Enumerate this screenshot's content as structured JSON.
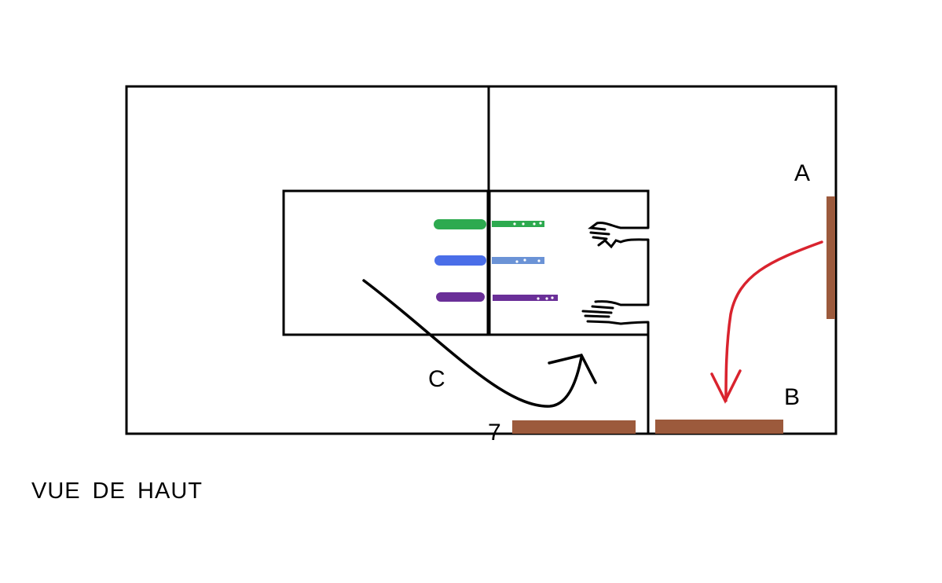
{
  "labels": {
    "a": "A",
    "b": "B",
    "c": "C",
    "seven": "7",
    "title": "VUE DE HAUT"
  },
  "colors": {
    "line": "#000000",
    "door": "#9c5a3c",
    "red_arrow": "#d9232e",
    "green": "#2daa4f",
    "blue": "#4a6ee8",
    "light_blue": "#6b93d6",
    "purple": "#6a2f98"
  }
}
